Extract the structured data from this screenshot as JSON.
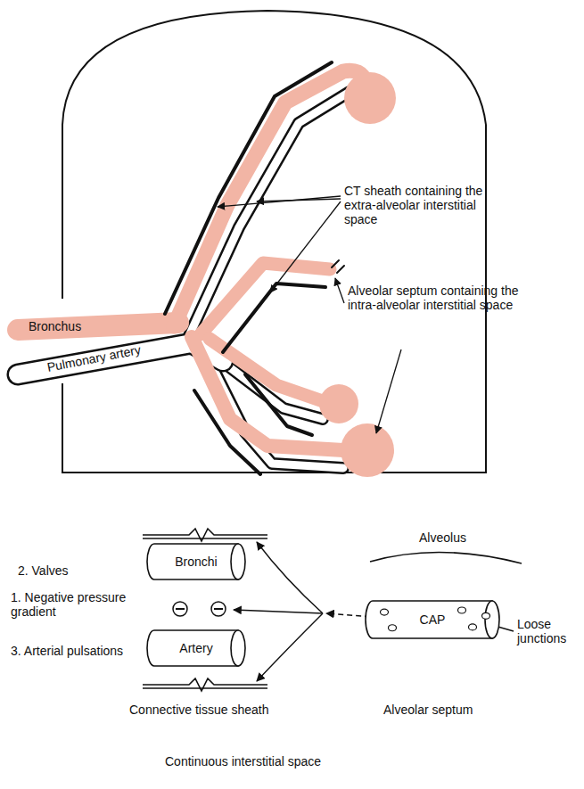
{
  "diagram": {
    "nodes": [
      {
        "text": [
          "Bronchi"
        ]
      },
      {
        "text": [
          "Artery"
        ]
      },
      {
        "text": [
          "CAP"
        ]
      }
    ],
    "labels": [
      "Bronchus",
      "Pulmonary artery",
      "CT sheath containing the extra-alveolar interstitial space",
      "Alveolar septum containing the intra-alveolar interstitial space",
      "2. Valves",
      "1. Negative pressure gradient",
      "3. Arterial pulsations",
      "Alveolus",
      "Loose junctions",
      "Connective tissue sheath",
      "Alveolar septum",
      "Continuous interstitial space"
    ]
  }
}
